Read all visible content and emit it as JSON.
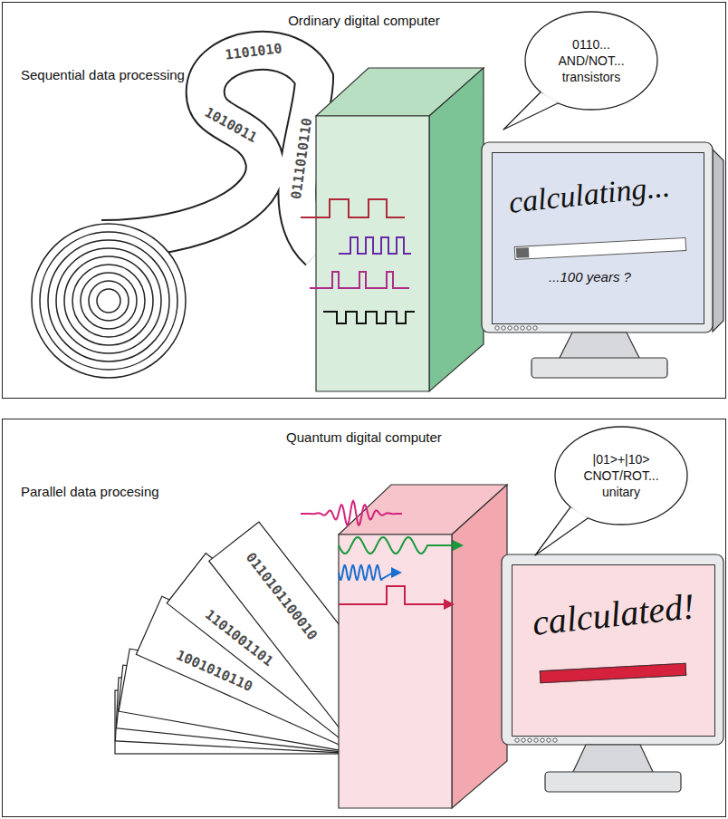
{
  "diagram": {
    "nodes": [
      {
        "text": [
          "Ordinary digital computer",
          "Sequential data processing"
        ]
      },
      {
        "text": [
          "0110... AND/NOT... transistors"
        ],
        "in": 0
      },
      {
        "text": [
          "calculating...",
          "...100 years ?"
        ],
        "in": 0
      },
      {
        "text": [
          "Quantum digital computer",
          "Parallel data procesing"
        ]
      },
      {
        "text": [
          "|01>+|10> CNOT/ROT... unitary"
        ],
        "in": 3
      },
      {
        "text": [
          "calculated!"
        ],
        "in": 3
      }
    ],
    "labels": [
      "1101010",
      "1010011",
      "0111010110",
      "0110101100010",
      "1101001101",
      "1001010110"
    ]
  }
}
